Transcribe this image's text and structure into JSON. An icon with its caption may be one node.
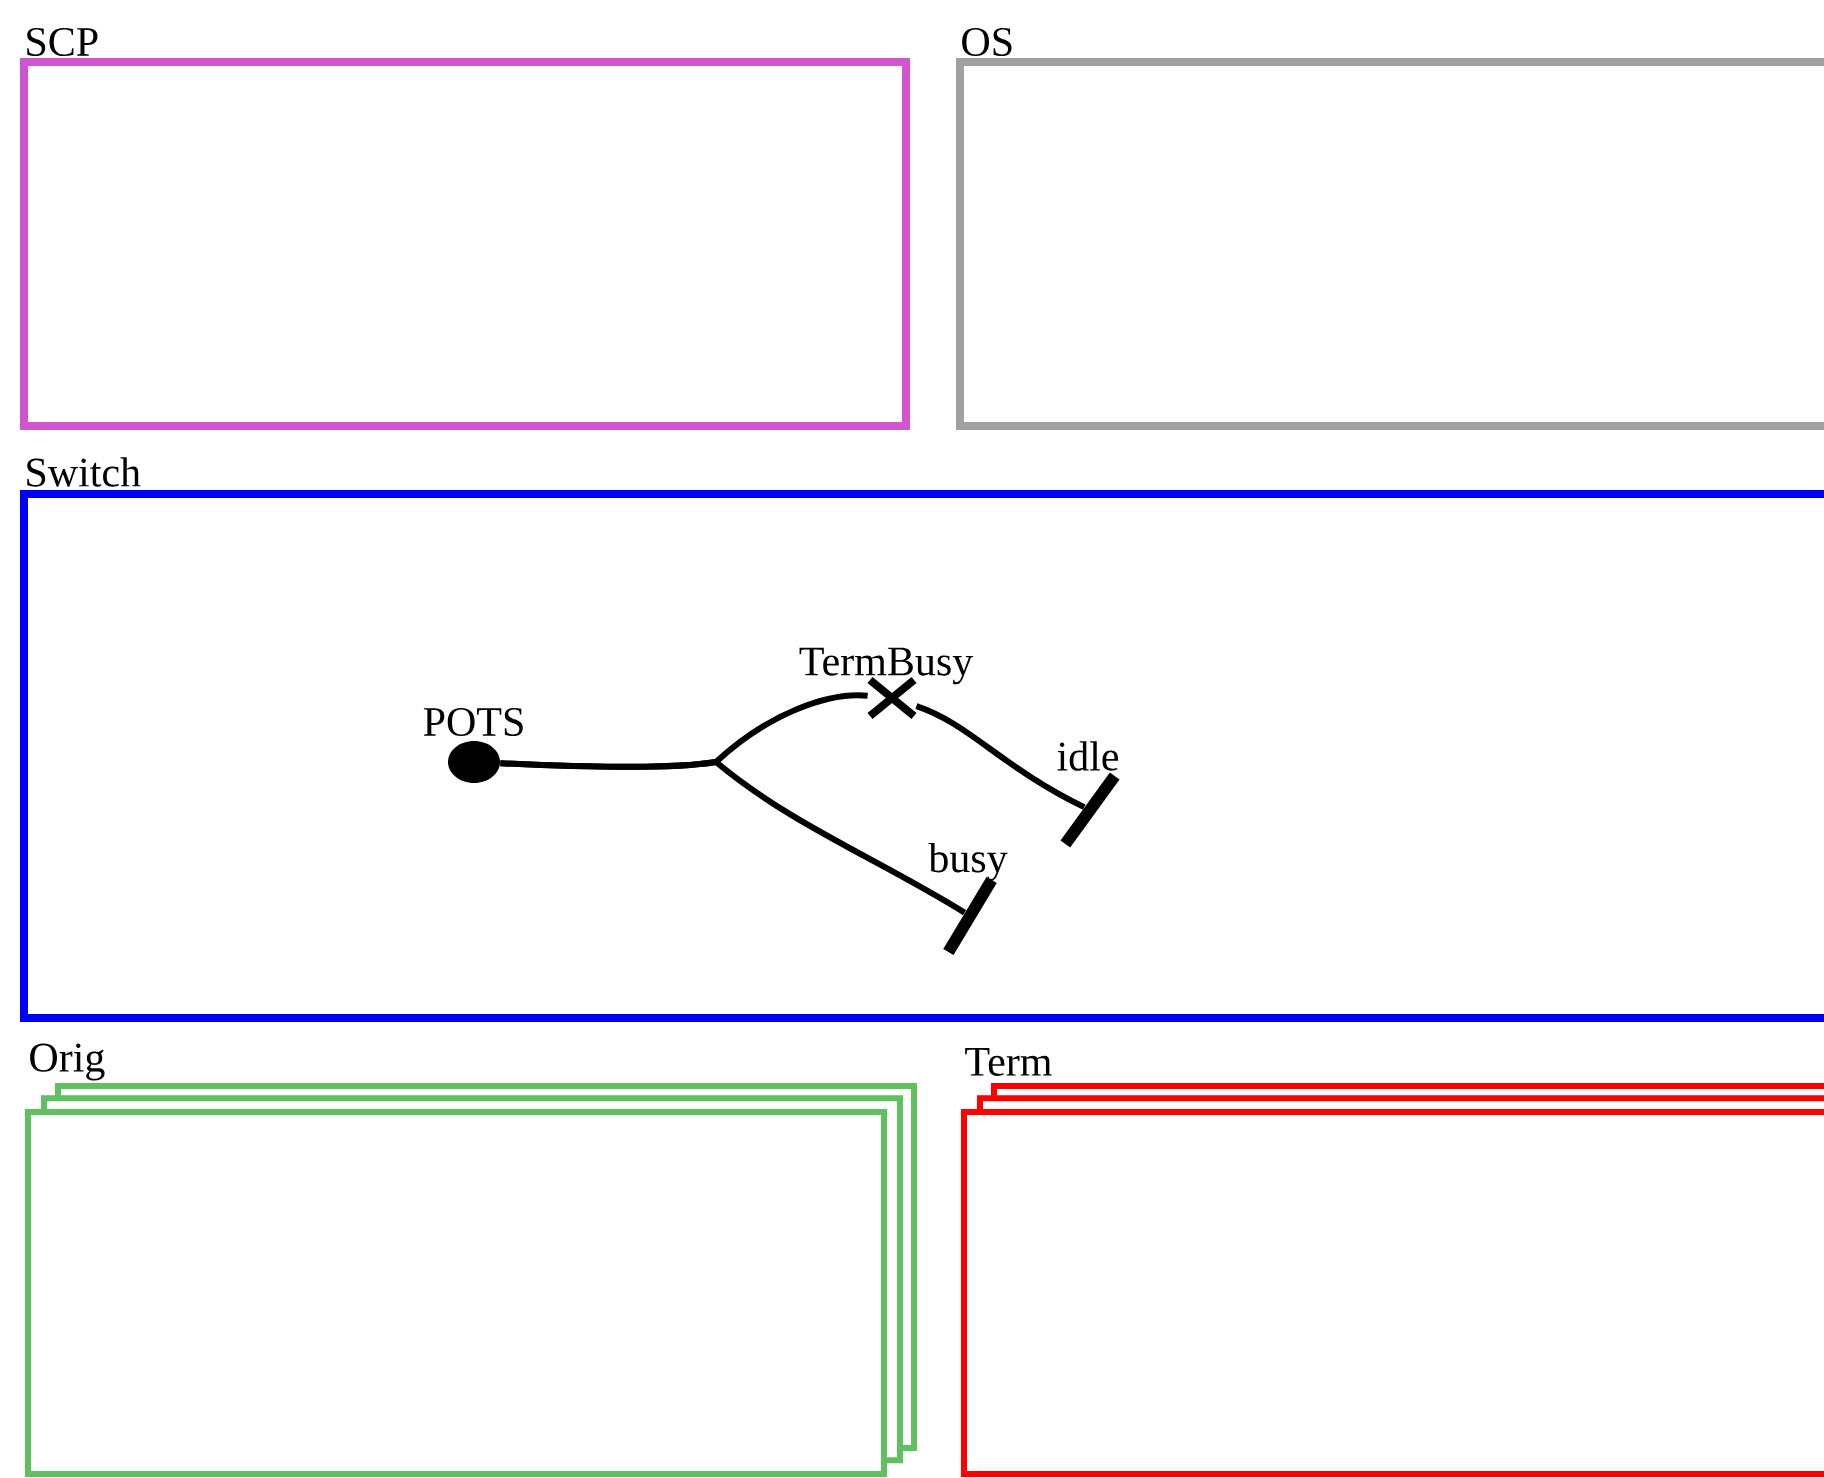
{
  "diagram": {
    "nodes": [
      {
        "text": [
          "SCP"
        ]
      },
      {
        "text": [
          "OS"
        ]
      },
      {
        "text": [
          "Switch"
        ]
      },
      {
        "text": [
          "POTS"
        ],
        "in": 2
      },
      {
        "text": [
          "TermBusy"
        ],
        "in": 2
      },
      {
        "text": [
          "idle"
        ],
        "in": 2
      },
      {
        "text": [
          "busy"
        ],
        "in": 2
      },
      {
        "text": [
          "Orig"
        ]
      },
      {
        "text": [
          "Term"
        ]
      }
    ],
    "edges": [
      {
        "from": 3,
        "to": 4,
        "arrow": "none"
      },
      {
        "from": 3,
        "to": 6,
        "arrow": "none"
      },
      {
        "from": 4,
        "to": 5,
        "arrow": "none"
      }
    ]
  }
}
